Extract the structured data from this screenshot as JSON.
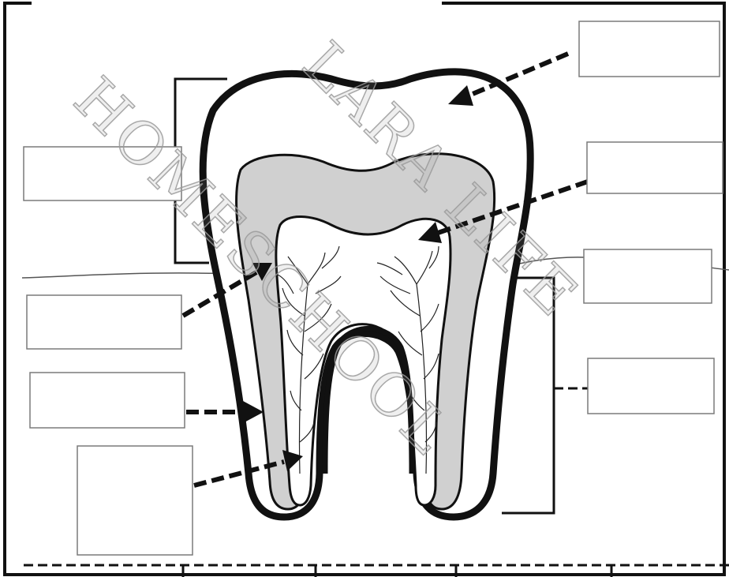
{
  "diagram": {
    "label_boxes": [
      {
        "id": "box-top-right-1",
        "text": ""
      },
      {
        "id": "box-top-right-2",
        "text": ""
      },
      {
        "id": "box-right-3",
        "text": ""
      },
      {
        "id": "box-right-4",
        "text": ""
      },
      {
        "id": "box-left-1",
        "text": ""
      },
      {
        "id": "box-left-2",
        "text": ""
      },
      {
        "id": "box-left-3",
        "text": ""
      },
      {
        "id": "box-left-4",
        "text": ""
      }
    ]
  },
  "watermark": {
    "line1": "LARA LIFE",
    "line2": "HOMESCHOOL"
  },
  "colors": {
    "outline": "#111111",
    "dentin": "#d0d0d0",
    "pulp": "#ffffff",
    "box_border": "#7a7a7a",
    "watermark": "#9a9a9a"
  }
}
